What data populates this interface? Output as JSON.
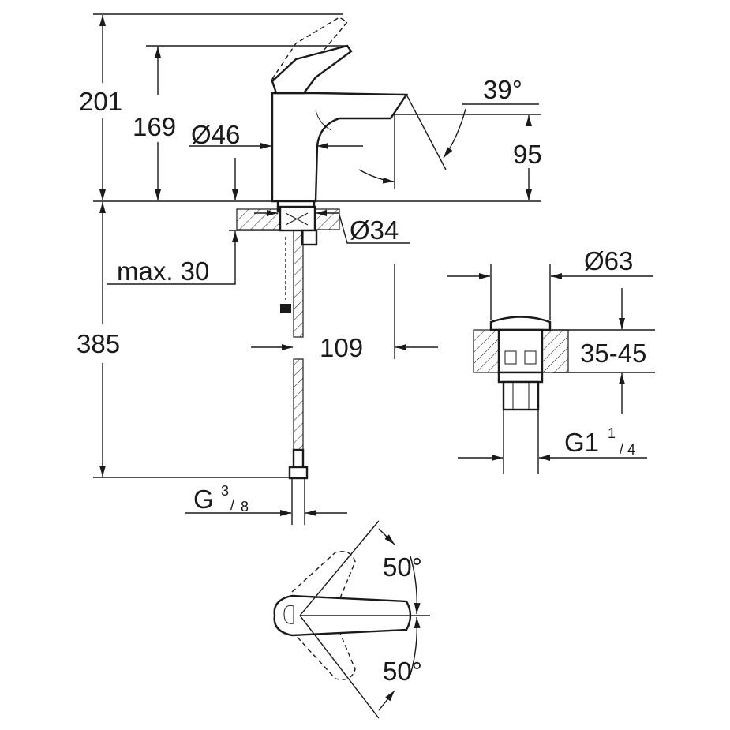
{
  "dimensions": {
    "total_height": "201",
    "spout_height": "169",
    "body_diameter": "Ø46",
    "spout_angle": "39°",
    "outlet_height": "95",
    "hole_diameter": "Ø34",
    "max_deck": "max. 30",
    "hose_length": "385",
    "projection": "109",
    "waste_diameter": "Ø63",
    "waste_thickness": "35-45",
    "waste_thread_main": "G1",
    "waste_thread_num": "1",
    "waste_thread_den": "4",
    "inlet_thread_main": "G",
    "inlet_thread_num": "3",
    "inlet_thread_den": "8",
    "rotation_upper": "50°",
    "rotation_lower": "50°"
  }
}
